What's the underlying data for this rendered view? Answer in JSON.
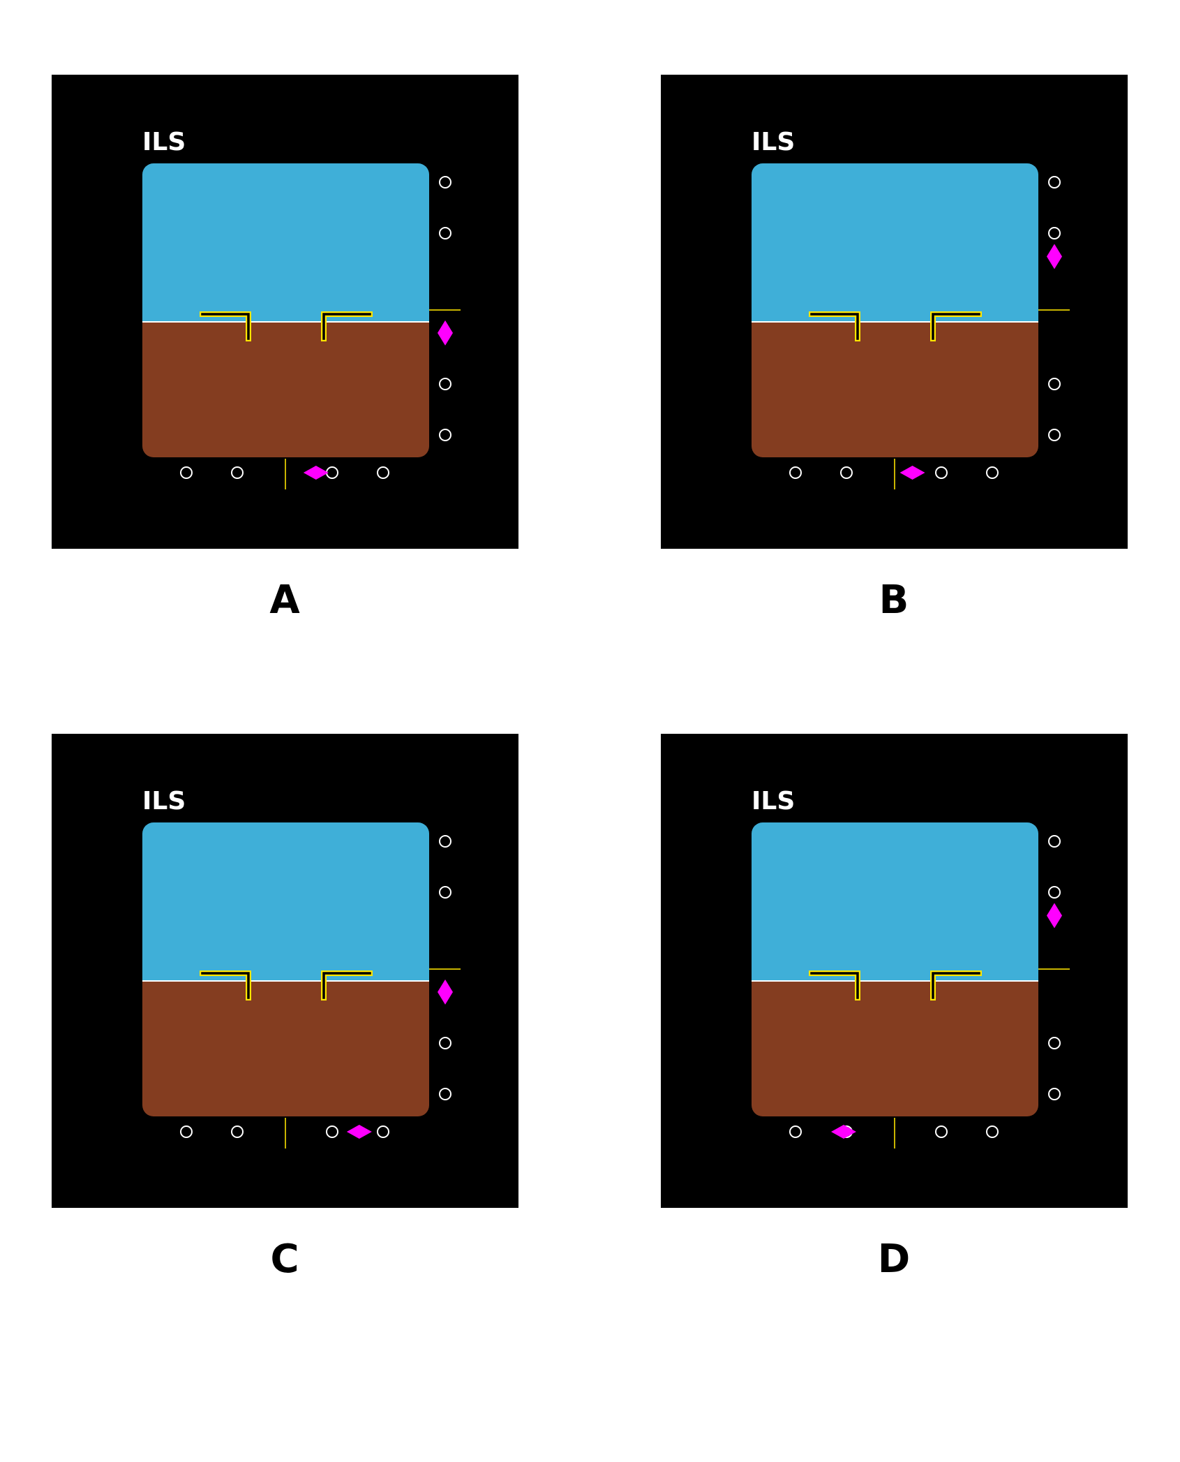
{
  "colors": {
    "background": "#000000",
    "sky": "#3FAFD8",
    "ground": "#843D20",
    "horizon": "#ffffff",
    "aircraft_symbol": "#FFE600",
    "reference_line": "#C8B400",
    "deviation_diamond": "#FF00FF",
    "scale_dot": "#ffffff"
  },
  "panels": [
    {
      "label": "A",
      "display_title": "ILS",
      "glideslope_deviation_dots": 0.45,
      "localizer_deviation_dots": 0.6
    },
    {
      "label": "B",
      "display_title": "ILS",
      "glideslope_deviation_dots": -1.05,
      "localizer_deviation_dots": 0.35
    },
    {
      "label": "C",
      "display_title": "ILS",
      "glideslope_deviation_dots": 0.45,
      "localizer_deviation_dots": 1.45
    },
    {
      "label": "D",
      "display_title": "ILS",
      "glideslope_deviation_dots": -1.05,
      "localizer_deviation_dots": -1.0
    }
  ]
}
